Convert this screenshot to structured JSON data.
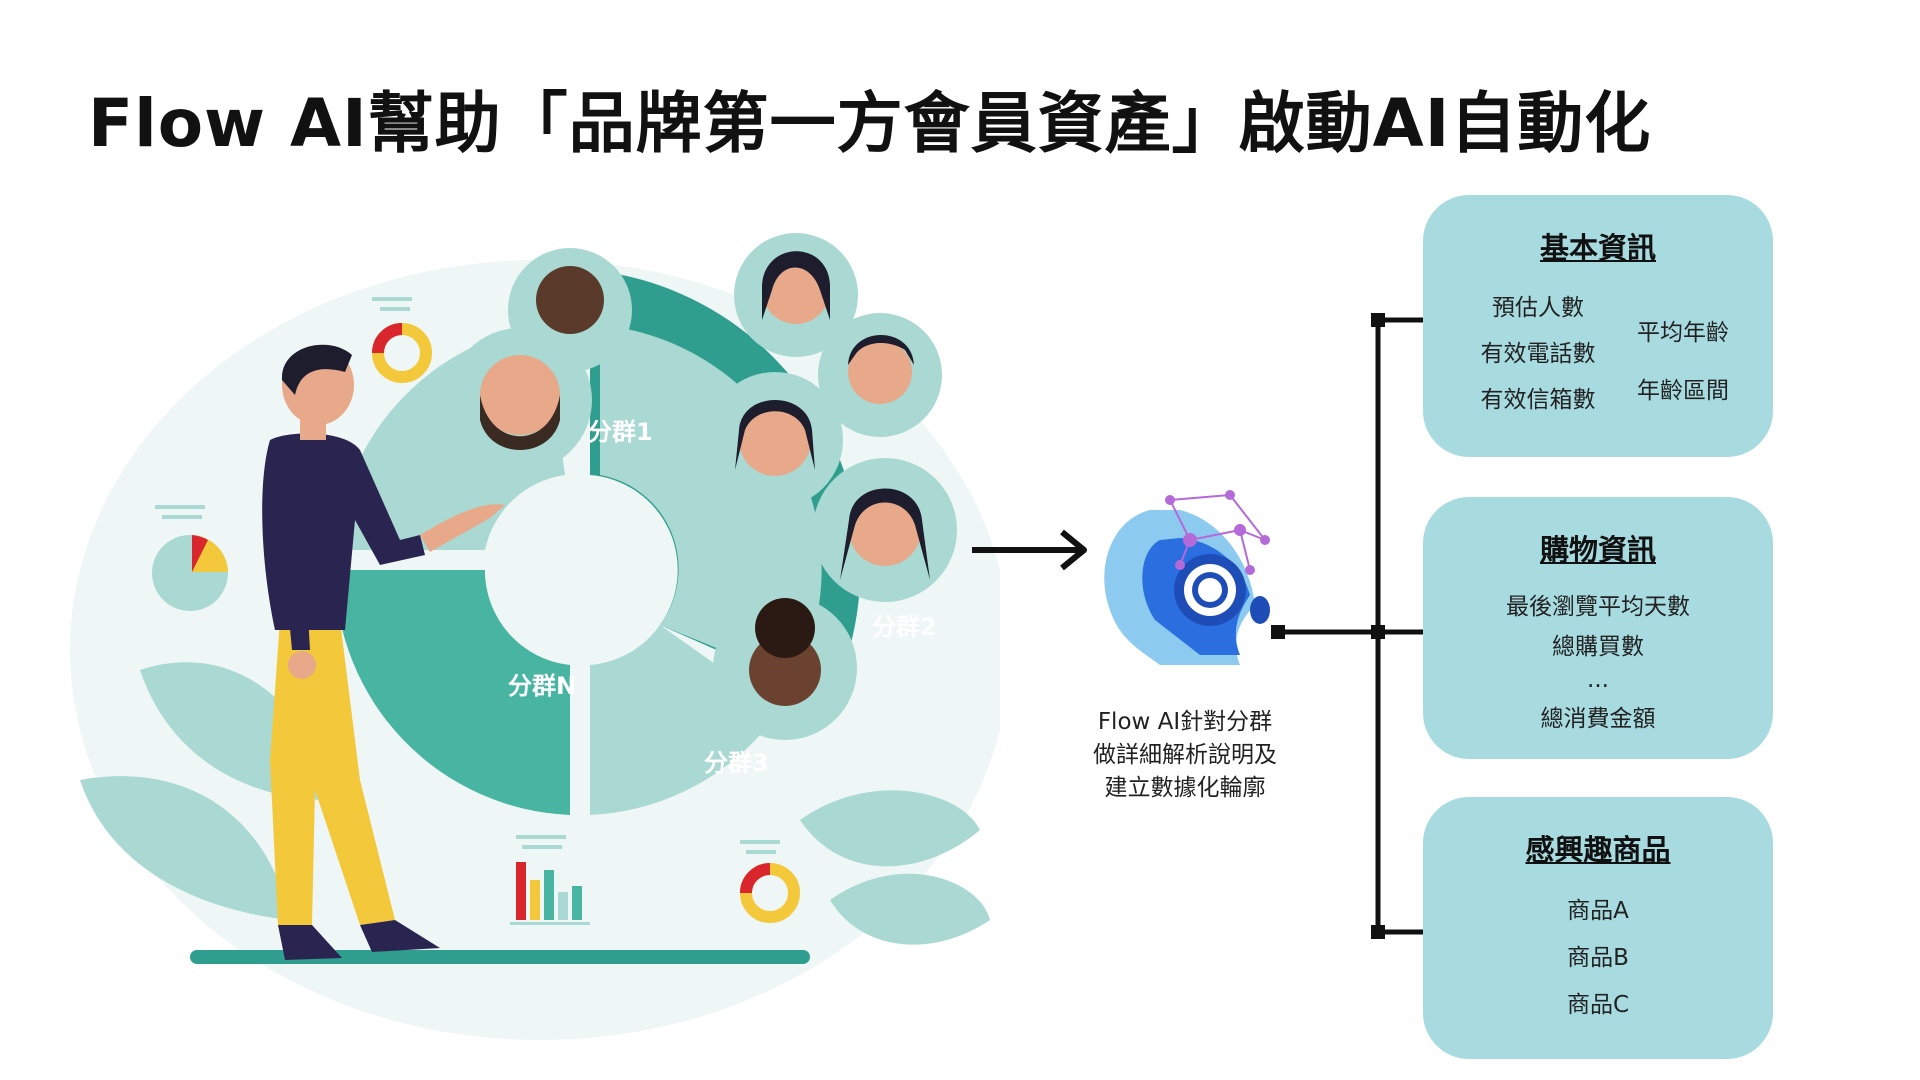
{
  "title": "Flow AI幫助「品牌第一方會員資產」啟動AI自動化",
  "segments": {
    "seg1": "分群1",
    "seg2": "分群2",
    "seg3": "分群3",
    "segN": "分群N"
  },
  "robot_caption": [
    "Flow AI針對分群",
    "做詳細解析說明及",
    "建立數據化輪廓"
  ],
  "cards": [
    {
      "title": "基本資訊",
      "left_items": [
        "預估人數",
        "有效電話數",
        "有效信箱數"
      ],
      "right_items": [
        "平均年齡",
        "年齡區間"
      ]
    },
    {
      "title": "購物資訊",
      "items": [
        "最後瀏覽平均天數",
        "總購買數",
        "...",
        "總消費金額"
      ]
    },
    {
      "title": "感興趣商品",
      "items": [
        "商品A",
        "商品B",
        "商品C"
      ]
    }
  ],
  "colors": {
    "teal_dark": "#2f9e8f",
    "teal": "#48b5a3",
    "teal_light": "#a9d9d2",
    "card_bg": "#a8dbe0",
    "shirt": "#2a2550",
    "pants": "#f3c93b",
    "accent_red": "#d8262c"
  }
}
